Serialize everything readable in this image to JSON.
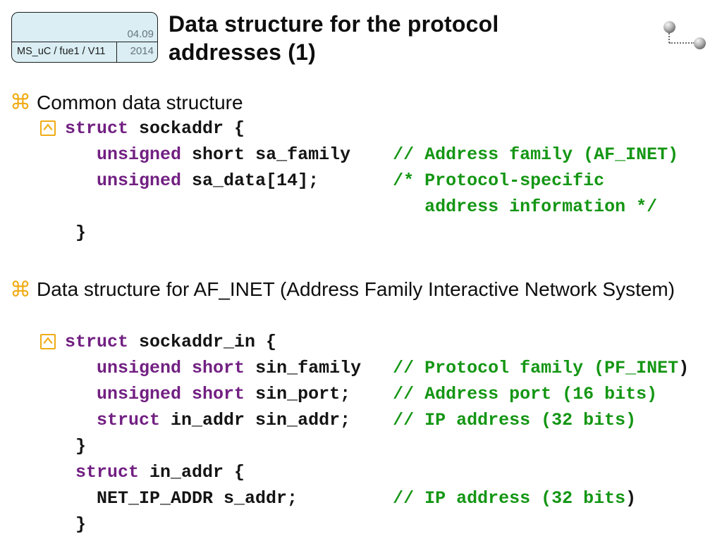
{
  "header": {
    "logo": {
      "course": "MS_uC / fue1 / V11",
      "date_top": "04.09",
      "date_bottom": "2014"
    },
    "title": "Data structure for the protocol addresses (1)"
  },
  "icons": {
    "bullet": "⌘"
  },
  "colors": {
    "keyword_purple": "#722082",
    "comment_green": "#149614",
    "code_black": "#141414",
    "bullet_gold": "#f0ac15",
    "logo_fill": "#daeef3"
  },
  "sections": [
    {
      "bullet": "Common data structure",
      "code": [
        {
          "segments": [
            {
              "t": "struct",
              "c": "p"
            },
            {
              "t": " sockaddr {",
              "c": "k"
            }
          ]
        },
        {
          "segments": [
            {
              "t": "   ",
              "c": "k"
            },
            {
              "t": "unsigned",
              "c": "p"
            },
            {
              "t": " short sa_family    ",
              "c": "k"
            },
            {
              "t": "// Address family (AF_INET)",
              "c": "g"
            }
          ]
        },
        {
          "segments": [
            {
              "t": "   ",
              "c": "k"
            },
            {
              "t": "unsigned",
              "c": "p"
            },
            {
              "t": " sa_data[14];       ",
              "c": "k"
            },
            {
              "t": "/* Protocol-specific",
              "c": "g"
            }
          ]
        },
        {
          "segments": [
            {
              "t": "                                  ",
              "c": "k"
            },
            {
              "t": "address information */",
              "c": "g"
            }
          ]
        },
        {
          "segments": [
            {
              "t": " }",
              "c": "k"
            }
          ]
        }
      ]
    },
    {
      "bullet": "Data structure for AF_INET (Address Family Interactive Network System)",
      "code": [
        {
          "segments": [
            {
              "t": "struct",
              "c": "p"
            },
            {
              "t": " sockaddr_in {",
              "c": "k"
            }
          ]
        },
        {
          "segments": [
            {
              "t": "   ",
              "c": "k"
            },
            {
              "t": "unsigend short",
              "c": "p"
            },
            {
              "t": " sin_family   ",
              "c": "k"
            },
            {
              "t": "// Protocol family (PF_INET",
              "c": "g"
            },
            {
              "t": ")",
              "c": "k"
            }
          ]
        },
        {
          "segments": [
            {
              "t": "   ",
              "c": "k"
            },
            {
              "t": "unsigned short",
              "c": "p"
            },
            {
              "t": " sin_port;    ",
              "c": "k"
            },
            {
              "t": "// Address port (16 bits)",
              "c": "g"
            }
          ]
        },
        {
          "segments": [
            {
              "t": "   ",
              "c": "k"
            },
            {
              "t": "struct",
              "c": "p"
            },
            {
              "t": " in_addr sin_addr;    ",
              "c": "k"
            },
            {
              "t": "// IP address (32 bits)",
              "c": "g"
            }
          ]
        },
        {
          "segments": [
            {
              "t": " }",
              "c": "k"
            }
          ]
        },
        {
          "segments": [
            {
              "t": " ",
              "c": "k"
            },
            {
              "t": "struct",
              "c": "p"
            },
            {
              "t": " in_addr {",
              "c": "k"
            }
          ]
        },
        {
          "segments": [
            {
              "t": "   NET_IP_ADDR s_addr;         ",
              "c": "k"
            },
            {
              "t": "// IP address (32 bits",
              "c": "g"
            },
            {
              "t": ")",
              "c": "k"
            }
          ]
        },
        {
          "segments": [
            {
              "t": " }",
              "c": "k"
            }
          ]
        }
      ]
    }
  ]
}
